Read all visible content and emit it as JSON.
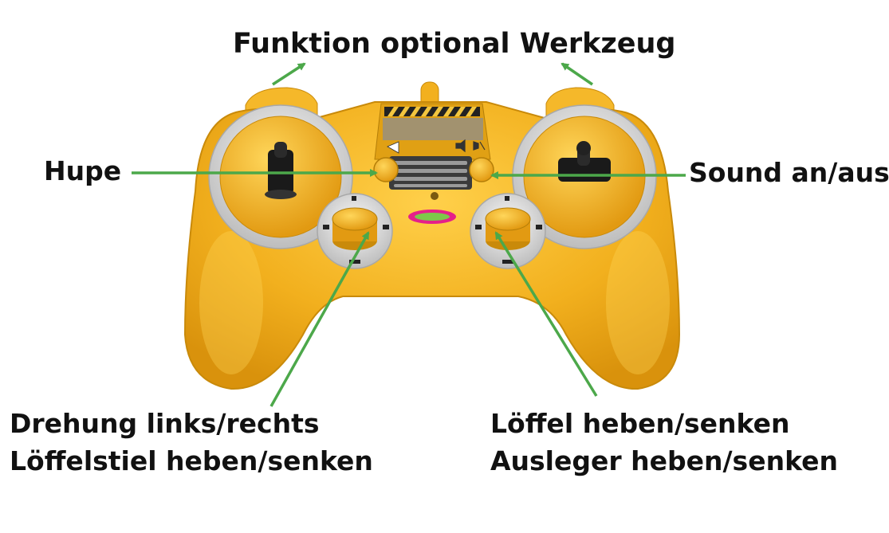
{
  "labels": {
    "title": "Funktion optional Werkzeug",
    "hupe": "Hupe",
    "sound": "Sound an/aus",
    "left_line1": "Drehung links/rechts",
    "left_line2": "Löffelstiel heben/senken",
    "right_line1": "Löffel heben/senken",
    "right_line2": "Ausleger heben/senken"
  },
  "colors": {
    "controller_body": "#F2B01E",
    "controller_dark": "#D9950E",
    "ring_silver": "#D8D8D8",
    "arrow_green": "#4CA84A"
  }
}
